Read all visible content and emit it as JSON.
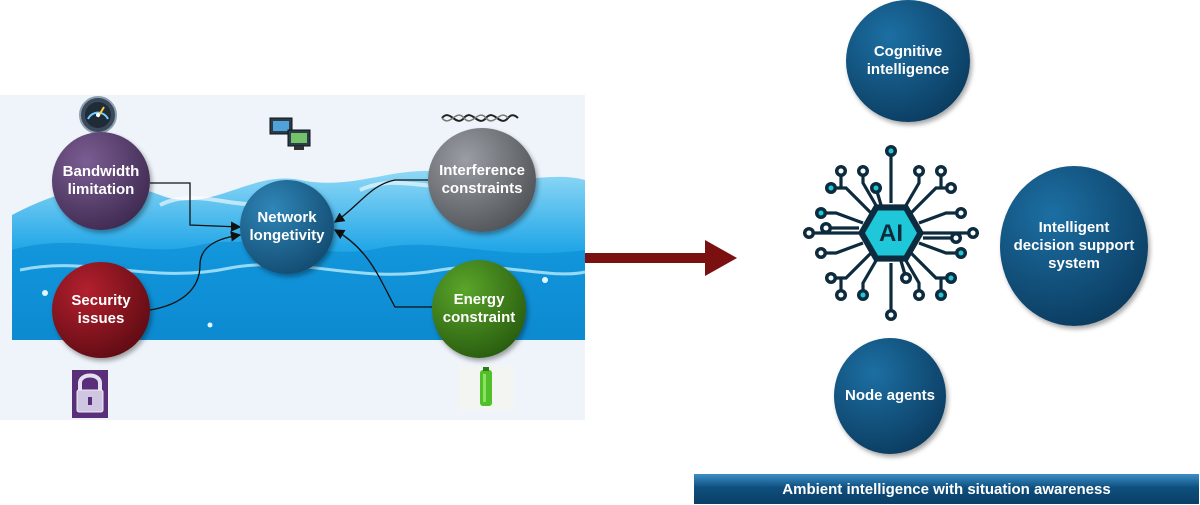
{
  "left": {
    "center_node": "Network longetivity",
    "nodes": {
      "bandwidth": "Bandwidth limitation",
      "interference": "Interference constraints",
      "security": "Security issues",
      "energy": "Energy constraint"
    }
  },
  "right": {
    "ai_label": "AI",
    "nodes": {
      "cognitive": "Cognitive intelligence",
      "decision": "Intelligent decision support system",
      "agents": "Node agents"
    }
  },
  "banner": "Ambient intelligence with situation awareness",
  "colors": {
    "wave_blue": "#1aa3e6",
    "center_node": "#135a87",
    "bandwidth_node": "#4a3460",
    "interference_node": "#5b5e63",
    "security_node": "#7a0d17",
    "energy_node": "#2e6d12",
    "arrow": "#7a1010",
    "ai_dark": "#0d2b3e",
    "ai_teal": "#1ec8d8"
  }
}
